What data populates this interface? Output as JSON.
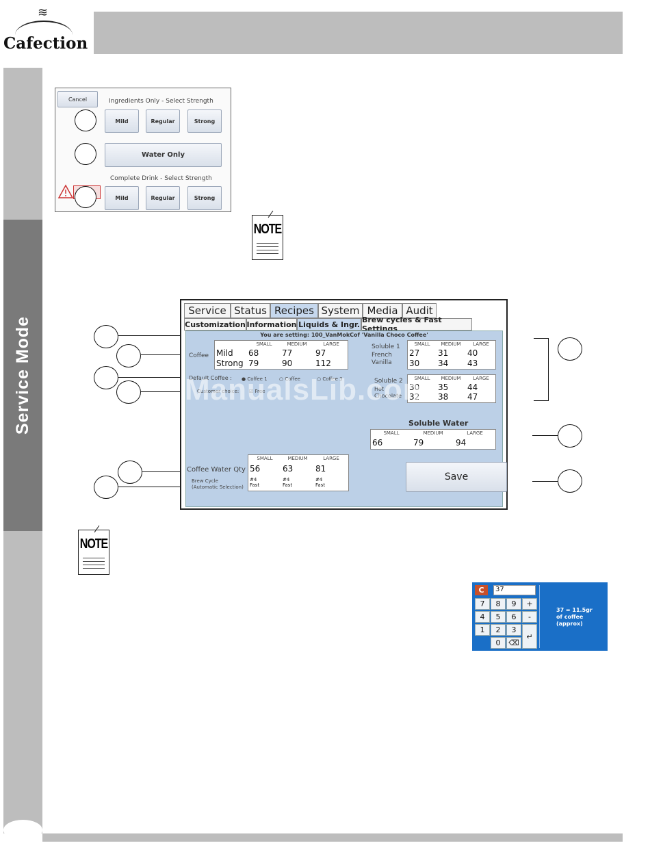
{
  "header": {
    "logo_text": "Cafection",
    "logo_steam": "≋"
  },
  "sidebar": {
    "label": "Service Mode"
  },
  "strength_screen": {
    "cancel_label": "Cancel",
    "ingredients_title": "Ingredients Only - Select Strength",
    "mild": "Mild",
    "regular": "Regular",
    "strong": "Strong",
    "water_only": "Water Only",
    "complete_title": "Complete Drink - Select Strength"
  },
  "note_label": "NOTE",
  "recipe_screen": {
    "tabs": [
      "Service",
      "Status",
      "Recipes",
      "System",
      "Media",
      "Audit"
    ],
    "subtabs": [
      "Customization",
      "Information",
      "Liquids & Ingr.",
      "Brew cycles & Fast Settings"
    ],
    "setting_text": "You are setting: 100_VanMokCof 'Vanilla Choco Coffee'",
    "size_headers": [
      "SMALL",
      "MEDIUM",
      "LARGE"
    ],
    "coffee_label": "Coffee",
    "coffee_rows": [
      {
        "name": "Mild",
        "values": [
          "68",
          "77",
          "97"
        ]
      },
      {
        "name": "Strong",
        "values": [
          "79",
          "90",
          "112"
        ]
      }
    ],
    "soluble1_label": "Soluble 1",
    "soluble1_rows": [
      {
        "name": "French",
        "values": [
          "27",
          "31",
          "40"
        ]
      },
      {
        "name": "Vanilla",
        "values": [
          "30",
          "34",
          "43"
        ]
      }
    ],
    "soluble2_label": "Soluble 2",
    "soluble2_rows": [
      {
        "name": "Hot",
        "values": [
          "30",
          "35",
          "44"
        ]
      },
      {
        "name": "Chocolate",
        "values": [
          "32",
          "38",
          "47"
        ]
      }
    ],
    "default_coffee_label": "Default Coffee :",
    "coffee_options": [
      "Coffee 1",
      "Coffee",
      "Coffee 3"
    ],
    "customer_choice_label": "Customer choice:",
    "customer_choice_value": "Free",
    "soluble_water_label": "Soluble Water",
    "soluble_water_values": [
      "66",
      "79",
      "94"
    ],
    "coffee_water_label": "Coffee Water Qty",
    "coffee_water_values": [
      "56",
      "63",
      "81"
    ],
    "brew_cycle_label": "Brew Cycle",
    "brew_cycle_sub": "(Automatic Selection)",
    "brew_cycle_values": [
      "#4",
      "#4",
      "#4"
    ],
    "brew_cycle_speed": "Fast",
    "save_label": "Save",
    "watermark": "ManualsLib.com"
  },
  "calculator": {
    "clear": "C",
    "display": "37",
    "keys": [
      "7",
      "8",
      "9",
      "+",
      "4",
      "5",
      "6",
      "-",
      "1",
      "2",
      "3",
      "0"
    ],
    "info_line1": "37 = 11.5gr",
    "info_line2": "of coffee",
    "info_line3": "(approx)"
  },
  "colors": {
    "panel": "#bcd0e7",
    "calc_bg": "#1a6fc7",
    "sidebar_dark": "#7a7a7a",
    "header_bar": "#bdbdbd"
  }
}
